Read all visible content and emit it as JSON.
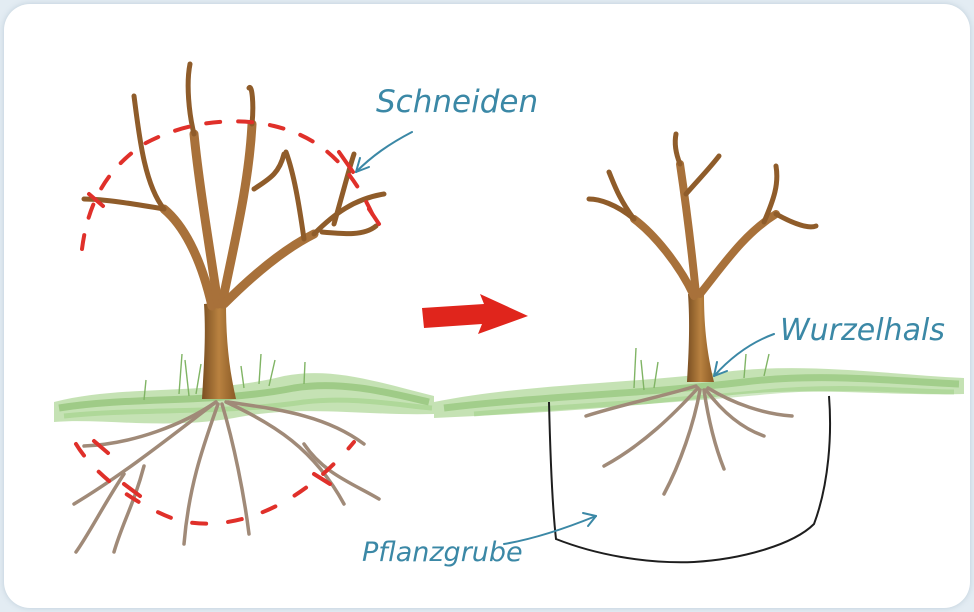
{
  "labels": {
    "prune": "Schneiden",
    "root_collar": "Wurzelhals",
    "planting_pit": "Pflanzgrube"
  },
  "colors": {
    "background": "#e3ecf3",
    "card": "#ffffff",
    "trunk": "#b07a3a",
    "trunk_dark": "#7a4f22",
    "root": "#a08a78",
    "grass": "#7fbf5e",
    "cut_marks": "#e0302a",
    "arrow": "#e0251c",
    "label_text": "#3b88a6",
    "pit_outline": "#1e1e1e"
  },
  "icons": {
    "transition": "red-arrow-right"
  }
}
